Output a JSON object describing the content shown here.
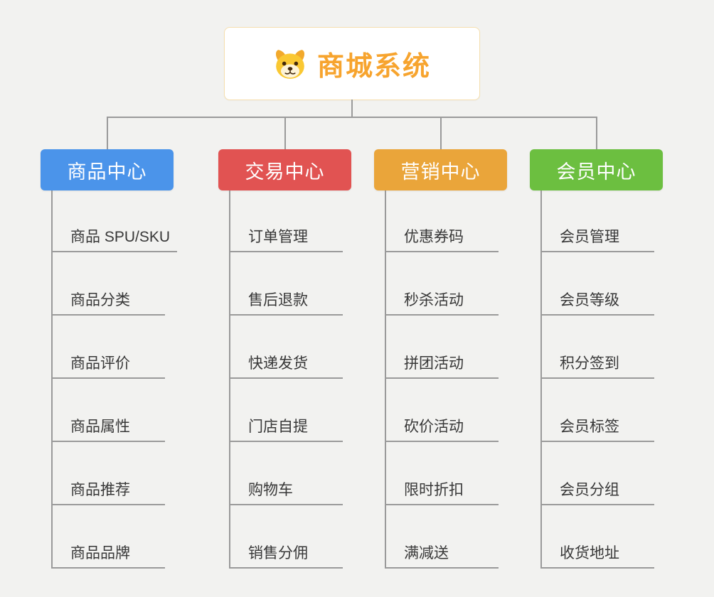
{
  "colors": {
    "background": "#f2f2f0",
    "line": "#9a9a9a",
    "root_title": "#f7a42e",
    "root_border": "#f6dfae"
  },
  "root": {
    "title": "商城系统",
    "icon": "dog-face-icon"
  },
  "branches": [
    {
      "label": "商品中心",
      "color": "#4b94ea",
      "children": [
        "商品 SPU/SKU",
        "商品分类",
        "商品评价",
        "商品属性",
        "商品推荐",
        "商品品牌"
      ]
    },
    {
      "label": "交易中心",
      "color": "#e15352",
      "children": [
        "订单管理",
        "售后退款",
        "快递发货",
        "门店自提",
        "购物车",
        "销售分佣"
      ]
    },
    {
      "label": "营销中心",
      "color": "#eaa53a",
      "children": [
        "优惠券码",
        "秒杀活动",
        "拼团活动",
        "砍价活动",
        "限时折扣",
        "满减送"
      ]
    },
    {
      "label": "会员中心",
      "color": "#6cbf40",
      "children": [
        "会员管理",
        "会员等级",
        "积分签到",
        "会员标签",
        "会员分组",
        "收货地址"
      ]
    }
  ]
}
